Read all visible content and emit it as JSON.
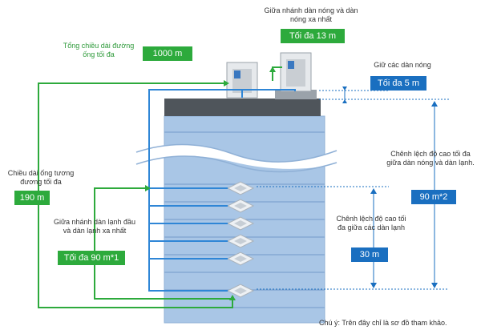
{
  "diagram": {
    "max_pipe_total": {
      "label": "Tổng chiều dài đường ống tối đa",
      "value": "1000 m"
    },
    "outdoor_branch": {
      "label": "Giữa nhánh dàn nóng và dàn nóng xa nhất",
      "value": "Tối đa 13 m"
    },
    "between_outdoor": {
      "label": "Giữ các dàn nóng",
      "value": "Tối đa 5 m"
    },
    "height_outdoor_indoor": {
      "label": "Chênh lệch độ cao tối đa giữa dàn nóng và dàn lạnh.",
      "value": "90 m*2"
    },
    "equivalent_length": {
      "label": "Chiều dài ống tương đương tối đa",
      "value": "190 m"
    },
    "indoor_branch": {
      "label": "Giữa nhánh dàn lạnh đầu và dàn lạnh xa nhất",
      "value": "Tối đa 90 m*1"
    },
    "height_indoor": {
      "label": "Chênh lệch độ cao tối đa giữa các dàn lạnh",
      "value": "30 m"
    },
    "note": "Chú ý: Trên đây chỉ là sơ đồ tham khảo."
  },
  "colors": {
    "pipe_green": "#2daa3c",
    "pipe_blue": "#2f86d6",
    "dimension": "#1a6fc0",
    "building": "#9fbddd"
  }
}
